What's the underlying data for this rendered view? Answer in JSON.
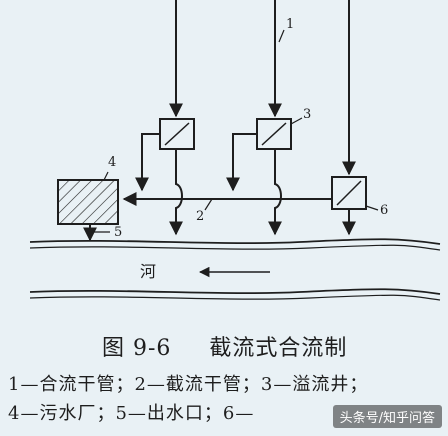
{
  "labels": {
    "n1": "1",
    "n2": "2",
    "n3": "3",
    "n4": "4",
    "n5": "5",
    "n6": "6",
    "river": "河"
  },
  "caption": {
    "figure_no": "图 9-6",
    "title": "截流式合流制"
  },
  "legend": [
    "1—合流干管；2—截流干管；3—溢流井；",
    "4—污水厂；5—出水口；6—"
  ],
  "watermark": "头条号/知乎问答",
  "colors": {
    "background": "#e9f1f5",
    "ink": "#1e1e1e"
  }
}
